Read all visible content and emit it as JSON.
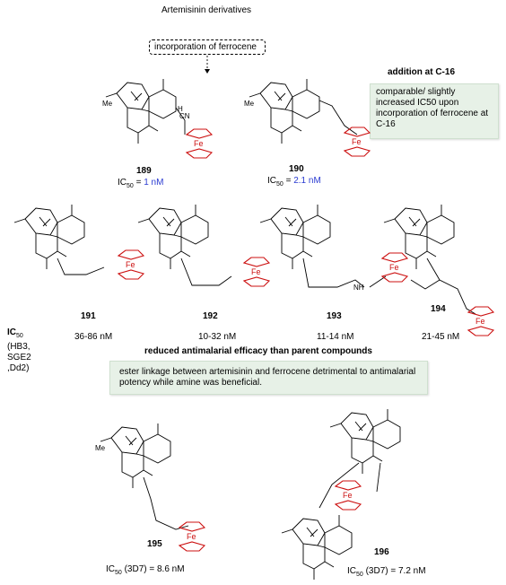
{
  "header": {
    "title": "Artemisinin derivatives",
    "process": "incorporation of ferrocene"
  },
  "top_panel": {
    "heading": "addition at C-16",
    "note": "comparable/ slightly increased IC50 upon incorporation of ferrocene at C-16"
  },
  "compounds": {
    "c189": {
      "id": "189",
      "ic50_value": "1 nM"
    },
    "c190": {
      "id": "190",
      "ic50_value": "2.1 nM"
    },
    "c191": {
      "id": "191",
      "range": "36-86 nM"
    },
    "c192": {
      "id": "192",
      "range": "10-32 nM"
    },
    "c193": {
      "id": "193",
      "range": "11-14 nM"
    },
    "c194": {
      "id": "194",
      "range": "21-45 nM"
    },
    "c195": {
      "id": "195",
      "ic50": "(3D7) = 8.6 nM"
    },
    "c196": {
      "id": "196",
      "ic50": "(3D7) = 7.2 nM"
    }
  },
  "ic50_label": {
    "main": "IC",
    "sub": "50",
    "strains": "(HB3, SGE2 ,Dd2)"
  },
  "middle_panel": {
    "heading": "reduced antimalarial efficacy than parent compounds",
    "note": "ester linkage between artemisinin and ferrocene detrimental to antimalarial potency while amine was beneficial."
  },
  "atoms": {
    "methyl": "Me",
    "metal": "Fe",
    "hydrogen": "H",
    "nh": "NH",
    "cn": "CN"
  },
  "colors": {
    "ferrocene": "#cc1010",
    "ic50_value": "#2a3bd1",
    "note_box": "#e7f1e7"
  }
}
